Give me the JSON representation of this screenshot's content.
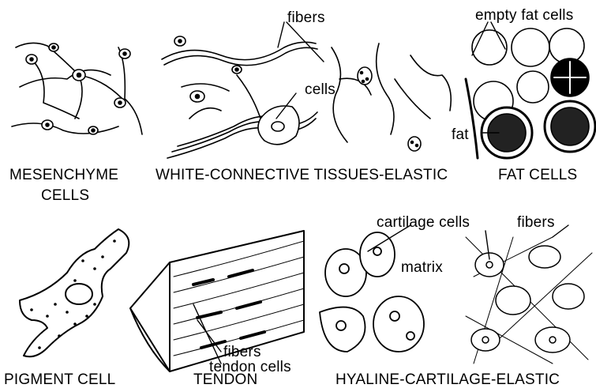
{
  "labels": {
    "mesenchyme": "MESENCHYME",
    "mesenchyme_cells": "CELLS",
    "white_connective": "WHITE-CONNECTIVE TISSUES-ELASTIC",
    "fat_cells": "FAT CELLS",
    "pigment_cell": "PIGMENT CELL",
    "tendon": "TENDON",
    "cartilage": "HYALINE-CARTILAGE-ELASTIC"
  },
  "annotations": {
    "fibers_top": "fibers",
    "cells": "cells",
    "empty_fat_cells": "empty fat cells",
    "fat": "fat",
    "cartilage_cells": "cartilage cells",
    "matrix": "matrix",
    "fibers_cartilage": "fibers",
    "fibers_tendon": "fibers",
    "tendon_cells": "tendon cells"
  }
}
